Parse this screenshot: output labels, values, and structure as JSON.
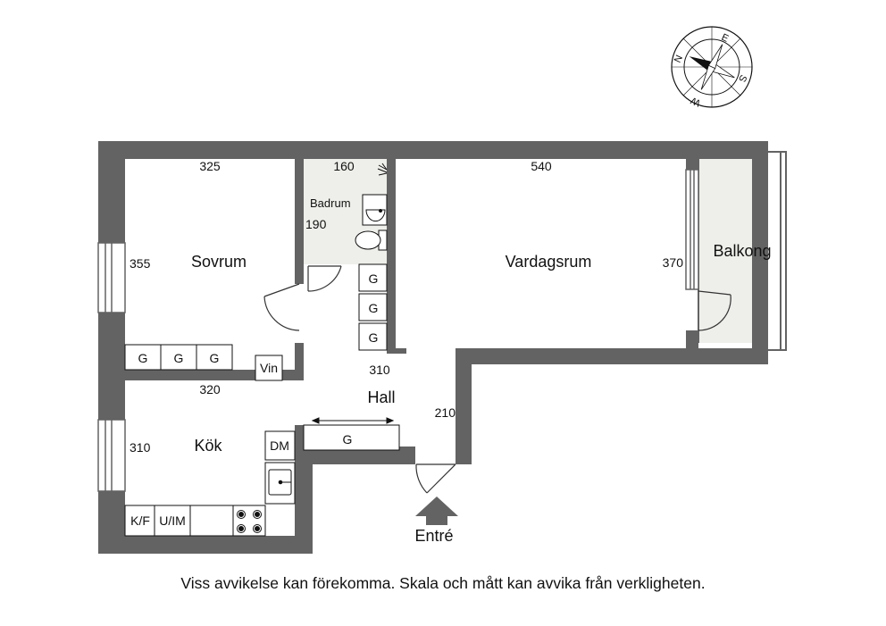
{
  "rooms": {
    "bedroom": "Sovrum",
    "bathroom": "Badrum",
    "living_room": "Vardagsrum",
    "balcony": "Balkong",
    "hall": "Hall",
    "kitchen": "Kök",
    "entrance": "Entré"
  },
  "dimensions": {
    "bedroom_width": "325",
    "bedroom_depth": "355",
    "bathroom_width": "160",
    "bathroom_depth": "190",
    "living_width": "540",
    "living_depth": "370",
    "hall_width": "310",
    "hall_depth": "210",
    "kitchen_width": "320",
    "kitchen_depth": "310"
  },
  "appliances": {
    "wardrobe": "G",
    "wine_cooler": "Vin",
    "dishwasher": "DM",
    "fridge_freezer": "K/F",
    "oven_microwave": "U/IM"
  },
  "compass": {
    "n": "N",
    "e": "E",
    "s": "S",
    "w": "W"
  },
  "colors": {
    "wall": "#636363",
    "floor": "#ffffff",
    "tiled": "#eeeeea",
    "lines": "#111111"
  },
  "disclaimer": "Viss avvikelse kan förekomma. Skala och mått kan avvika från verkligheten."
}
